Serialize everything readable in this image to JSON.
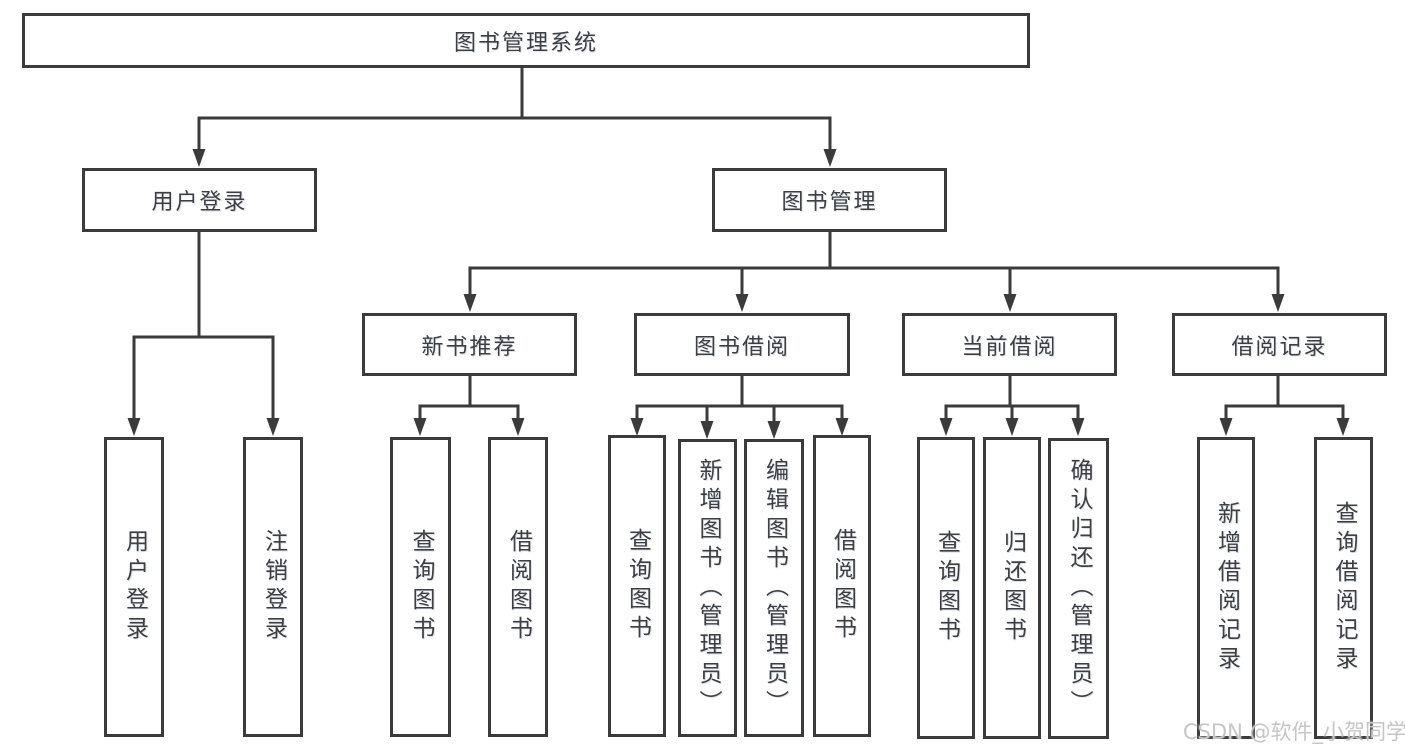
{
  "diagram": {
    "root": {
      "label": "图书管理系统"
    },
    "level2": [
      {
        "label": "用户登录"
      },
      {
        "label": "图书管理"
      }
    ],
    "level3": [
      {
        "label": "新书推荐"
      },
      {
        "label": "图书借阅"
      },
      {
        "label": "当前借阅"
      },
      {
        "label": "借阅记录"
      }
    ],
    "leaves": {
      "user_login": [
        "用户登录",
        "注销登录"
      ],
      "new_book": [
        "查询图书",
        "借阅图书"
      ],
      "book_borrow": [
        "查询图书",
        "新增图书（管理员）",
        "编辑图书（管理员）",
        "借阅图书"
      ],
      "current_borrow": [
        "查询图书",
        "归还图书",
        "确认归还（管理员）"
      ],
      "borrow_record": [
        "新增借阅记录",
        "查询借阅记录"
      ]
    }
  },
  "colors": {
    "line": "#3b3b3b",
    "text": "#3f3f3f",
    "background": "#ffffff",
    "watermark": "#c6c6c6"
  },
  "watermark": {
    "text": "CSDN @软件_小贺同学"
  }
}
